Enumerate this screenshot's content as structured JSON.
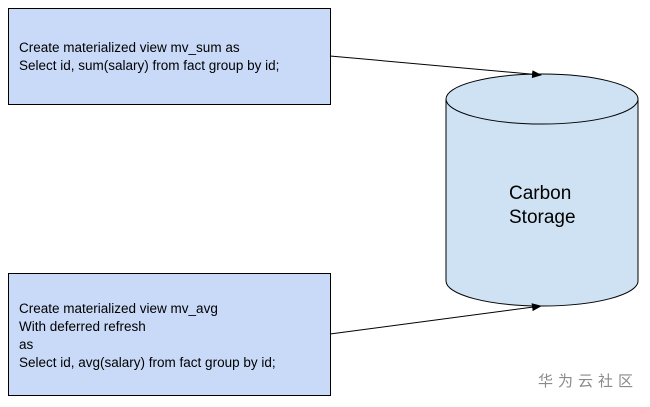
{
  "boxes": [
    {
      "id": "mv_sum",
      "lines": [
        "Create materialized view mv_sum as",
        "Select id, sum(salary) from fact group by id;"
      ]
    },
    {
      "id": "mv_avg",
      "lines": [
        "Create materialized view mv_avg",
        "With deferred refresh",
        "as",
        "Select id, avg(salary) from fact group by id;"
      ]
    }
  ],
  "storage": {
    "lines": [
      "Carbon",
      "Storage"
    ]
  },
  "watermark": "华为云社区",
  "colors": {
    "box_fill": "#c9daf8",
    "cylinder_fill": "#cfe2f3",
    "stroke": "#000000"
  }
}
